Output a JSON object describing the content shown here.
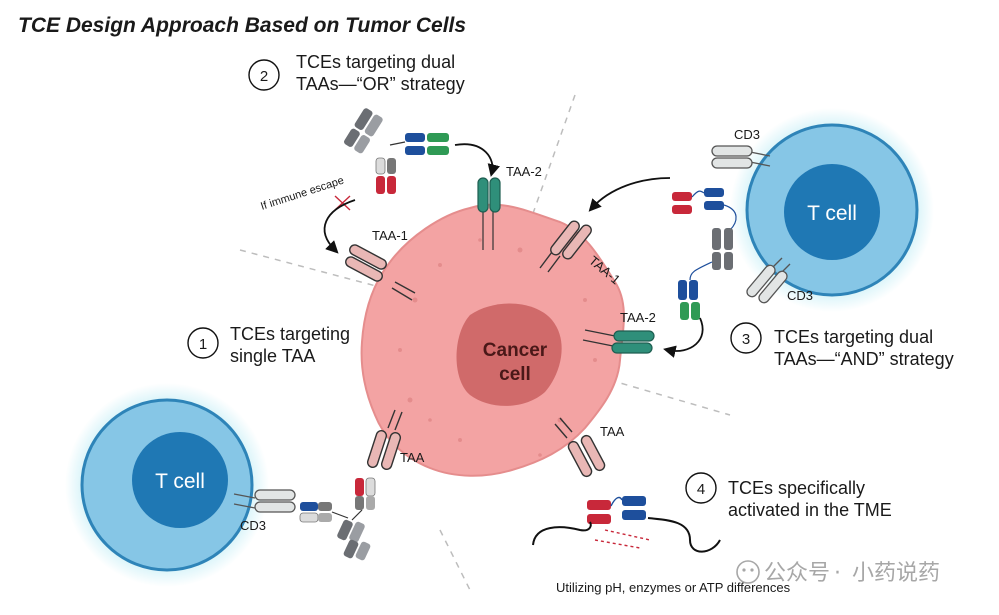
{
  "title": "TCE Design Approach Based on Tumor Cells",
  "strategies": [
    {
      "number": "1",
      "line1": "TCEs targeting",
      "line2": "single TAA"
    },
    {
      "number": "2",
      "line1": "TCEs targeting dual",
      "line2": "TAAs—“OR” strategy"
    },
    {
      "number": "3",
      "line1": "TCEs targeting dual",
      "line2": "TAAs—“AND” strategy"
    },
    {
      "number": "4",
      "line1": "TCEs specifically",
      "line2": "activated in the TME"
    }
  ],
  "cells": {
    "t_cell": "T cell",
    "cancer_line1": "Cancer",
    "cancer_line2": "cell"
  },
  "labels": {
    "cd3": "CD3",
    "taa": "TAA",
    "taa1": "TAA-1",
    "taa2": "TAA-2",
    "immune_escape": "If immune escape",
    "tme_caption": "Utilizing pH, enzymes or ATP differences"
  },
  "watermark": {
    "dot": "·",
    "brand": "公众号",
    "name": "小药说药"
  },
  "colors": {
    "t_cell_outer": "#86c6e6",
    "t_cell_inner": "#1f78b4",
    "cancer_body": "#f3a3a3",
    "cancer_nucleus": "#d06a6a",
    "taa_pink": "#e9b7b5",
    "taa2_green": "#2f8f7a",
    "domain_red": "#c8283a",
    "domain_blue": "#1e4f9c",
    "domain_green": "#2f9a55",
    "domain_gray": "#6b6e73"
  }
}
